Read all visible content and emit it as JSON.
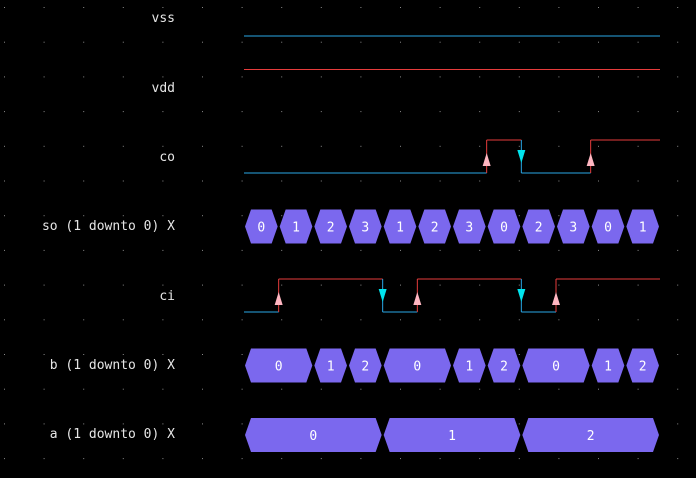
{
  "colors": {
    "background": "#000000",
    "grid_dot": "#8a8a8a",
    "label_text": "#e6e6e6",
    "wire_low": "#2aa7e6",
    "wire_high": "#e63c3c",
    "bus_fill": "#7b68ee",
    "bus_text": "#ffffff",
    "rise_marker": "#ffb6c1",
    "fall_marker": "#00e5ee"
  },
  "time_axis": {
    "start": 0,
    "end": 12
  },
  "signals": [
    {
      "name": "vss",
      "kind": "wire",
      "transitions": [
        {
          "t": 0,
          "v": 0
        }
      ],
      "markers": []
    },
    {
      "name": "vdd",
      "kind": "wire",
      "transitions": [
        {
          "t": 0,
          "v": 1
        }
      ],
      "markers": []
    },
    {
      "name": "co",
      "kind": "wire",
      "transitions": [
        {
          "t": 0,
          "v": 0
        },
        {
          "t": 7,
          "v": 1
        },
        {
          "t": 8,
          "v": 0
        },
        {
          "t": 10,
          "v": 1
        }
      ],
      "markers": [
        {
          "t": 7,
          "dir": "rise"
        },
        {
          "t": 8,
          "dir": "fall"
        },
        {
          "t": 10,
          "dir": "rise"
        }
      ]
    },
    {
      "name": "so (1 downto 0) X",
      "kind": "bus",
      "segments": [
        {
          "start": 0,
          "end": 1,
          "value": "0"
        },
        {
          "start": 1,
          "end": 2,
          "value": "1"
        },
        {
          "start": 2,
          "end": 3,
          "value": "2"
        },
        {
          "start": 3,
          "end": 4,
          "value": "3"
        },
        {
          "start": 4,
          "end": 5,
          "value": "1"
        },
        {
          "start": 5,
          "end": 6,
          "value": "2"
        },
        {
          "start": 6,
          "end": 7,
          "value": "3"
        },
        {
          "start": 7,
          "end": 8,
          "value": "0"
        },
        {
          "start": 8,
          "end": 9,
          "value": "2"
        },
        {
          "start": 9,
          "end": 10,
          "value": "3"
        },
        {
          "start": 10,
          "end": 11,
          "value": "0"
        },
        {
          "start": 11,
          "end": 12,
          "value": "1"
        }
      ]
    },
    {
      "name": "ci",
      "kind": "wire",
      "transitions": [
        {
          "t": 0,
          "v": 0
        },
        {
          "t": 1,
          "v": 1
        },
        {
          "t": 4,
          "v": 0
        },
        {
          "t": 5,
          "v": 1
        },
        {
          "t": 8,
          "v": 0
        },
        {
          "t": 9,
          "v": 1
        }
      ],
      "markers": [
        {
          "t": 1,
          "dir": "rise"
        },
        {
          "t": 4,
          "dir": "fall"
        },
        {
          "t": 5,
          "dir": "rise"
        },
        {
          "t": 8,
          "dir": "fall"
        },
        {
          "t": 9,
          "dir": "rise"
        }
      ]
    },
    {
      "name": "b (1 downto 0) X",
      "kind": "bus",
      "segments": [
        {
          "start": 0,
          "end": 2,
          "value": "0"
        },
        {
          "start": 2,
          "end": 3,
          "value": "1"
        },
        {
          "start": 3,
          "end": 4,
          "value": "2"
        },
        {
          "start": 4,
          "end": 6,
          "value": "0"
        },
        {
          "start": 6,
          "end": 7,
          "value": "1"
        },
        {
          "start": 7,
          "end": 8,
          "value": "2"
        },
        {
          "start": 8,
          "end": 10,
          "value": "0"
        },
        {
          "start": 10,
          "end": 11,
          "value": "1"
        },
        {
          "start": 11,
          "end": 12,
          "value": "2"
        }
      ]
    },
    {
      "name": "a (1 downto 0) X",
      "kind": "bus",
      "segments": [
        {
          "start": 0,
          "end": 4,
          "value": "0"
        },
        {
          "start": 4,
          "end": 8,
          "value": "1"
        },
        {
          "start": 8,
          "end": 12,
          "value": "2"
        }
      ]
    }
  ]
}
